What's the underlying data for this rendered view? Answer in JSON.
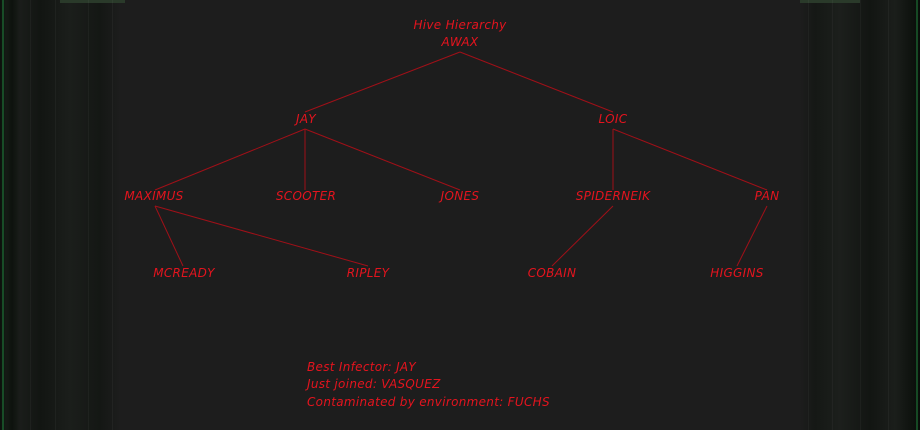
{
  "title": "Hive Hierarchy",
  "root": "AWAX",
  "nodes": {
    "jay": "JAY",
    "loic": "LOIC",
    "maximus": "MAXIMUS",
    "scooter": "SCOOTER",
    "jones": "JONES",
    "spiderneik": "SPIDERNEIK",
    "pan": "PAN",
    "mcready": "MCREADY",
    "ripley": "RIPLEY",
    "cobain": "COBAIN",
    "higgins": "HIGGINS"
  },
  "info": {
    "best_infector": "Best Infector: JAY",
    "just_joined": "Just joined: VASQUEZ",
    "contaminated": "Contaminated by environment: FUCHS"
  },
  "colors": {
    "text": "#e4141e",
    "lines": "#a01018"
  }
}
